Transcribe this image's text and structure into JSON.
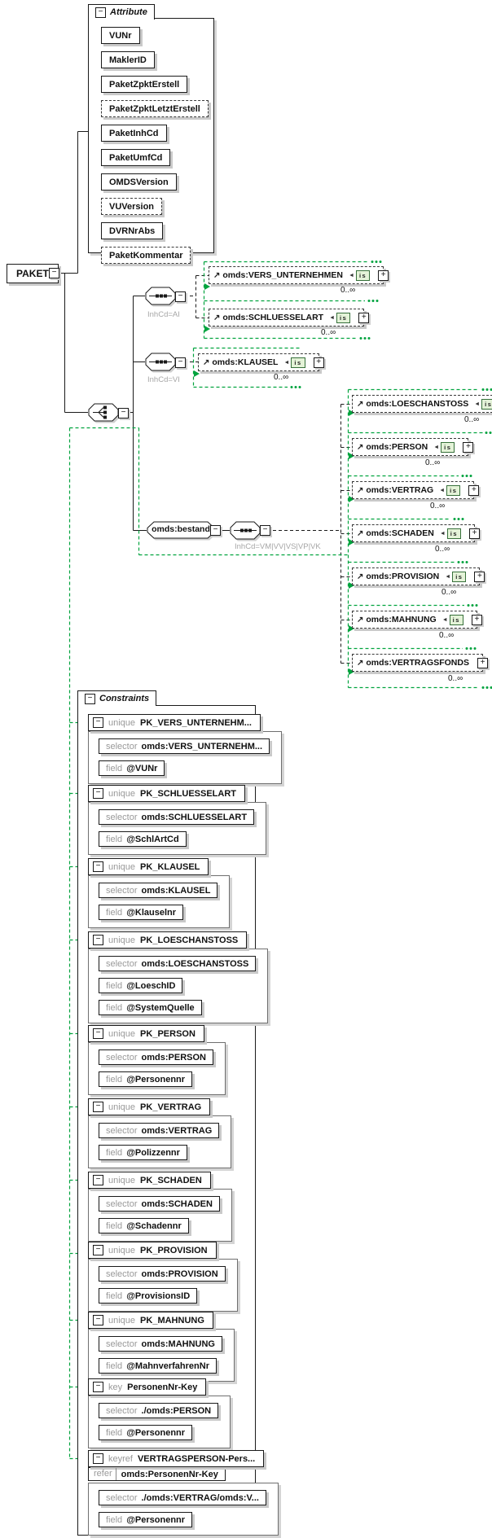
{
  "root": {
    "label": "PAKET"
  },
  "icons": {
    "minus": "−",
    "plus": "+",
    "ne_arrow": "↗",
    "ref_arrow": "◄",
    "is_badge": "is"
  },
  "attributes": {
    "title": "Attribute",
    "items": [
      {
        "label": "VUNr",
        "optional": false
      },
      {
        "label": "MaklerID",
        "optional": false
      },
      {
        "label": "PaketZpktErstell",
        "optional": false
      },
      {
        "label": "PaketZpktLetztErstell",
        "optional": true
      },
      {
        "label": "PaketInhCd",
        "optional": false
      },
      {
        "label": "PaketUmfCd",
        "optional": false
      },
      {
        "label": "OMDSVersion",
        "optional": false
      },
      {
        "label": "VUVersion",
        "optional": true
      },
      {
        "label": "DVRNrAbs",
        "optional": false
      },
      {
        "label": "PaketKommentar",
        "optional": true
      }
    ]
  },
  "connectors": {
    "seq_ai_label": "InhCd=AI",
    "seq_vi_label": "InhCd=VI",
    "bestand_label": "omds:bestand",
    "bestand_seq_label": "InhCd=VM|VV|VS|VP|VK"
  },
  "elements": {
    "ai": [
      {
        "name": "omds:VERS_UNTERNEHMEN",
        "occurs": "0..∞"
      },
      {
        "name": "omds:SCHLUESSELART",
        "occurs": "0..∞"
      }
    ],
    "vi": [
      {
        "name": "omds:KLAUSEL",
        "occurs": "0..∞"
      }
    ],
    "bestand": [
      {
        "name": "omds:LOESCHANSTOSS",
        "occurs": "0..∞"
      },
      {
        "name": "omds:PERSON",
        "occurs": "0..∞"
      },
      {
        "name": "omds:VERTRAG",
        "occurs": "0..∞"
      },
      {
        "name": "omds:SCHADEN",
        "occurs": "0..∞"
      },
      {
        "name": "omds:PROVISION",
        "occurs": "0..∞"
      },
      {
        "name": "omds:MAHNUNG",
        "occurs": "0..∞"
      },
      {
        "name": "omds:VERTRAGSFONDS",
        "occurs": "0..∞"
      }
    ]
  },
  "labels": {
    "selector": "selector",
    "field": "field",
    "refer": "refer"
  },
  "constraints": {
    "title": "Constraints",
    "items": [
      {
        "kind": "unique",
        "name": "PK_VERS_UNTERNEHM...",
        "selector": "omds:VERS_UNTERNEHM...",
        "fields": [
          "@VUNr"
        ]
      },
      {
        "kind": "unique",
        "name": "PK_SCHLUESSELART",
        "selector": "omds:SCHLUESSELART",
        "fields": [
          "@SchlArtCd"
        ]
      },
      {
        "kind": "unique",
        "name": "PK_KLAUSEL",
        "selector": "omds:KLAUSEL",
        "fields": [
          "@Klauselnr"
        ]
      },
      {
        "kind": "unique",
        "name": "PK_LOESCHANSTOSS",
        "selector": "omds:LOESCHANSTOSS",
        "fields": [
          "@LoeschID",
          "@SystemQuelle"
        ]
      },
      {
        "kind": "unique",
        "name": "PK_PERSON",
        "selector": "omds:PERSON",
        "fields": [
          "@Personennr"
        ]
      },
      {
        "kind": "unique",
        "name": "PK_VERTRAG",
        "selector": "omds:VERTRAG",
        "fields": [
          "@Polizzennr"
        ]
      },
      {
        "kind": "unique",
        "name": "PK_SCHADEN",
        "selector": "omds:SCHADEN",
        "fields": [
          "@Schadennr"
        ]
      },
      {
        "kind": "unique",
        "name": "PK_PROVISION",
        "selector": "omds:PROVISION",
        "fields": [
          "@ProvisionsID"
        ]
      },
      {
        "kind": "unique",
        "name": "PK_MAHNUNG",
        "selector": "omds:MAHNUNG",
        "fields": [
          "@MahnverfahrenNr"
        ]
      },
      {
        "kind": "key",
        "name": "PersonenNr-Key",
        "selector": "./omds:PERSON",
        "fields": [
          "@Personennr"
        ]
      },
      {
        "kind": "keyref",
        "name": "VERTRAGSPERSON-Pers...",
        "refer": "omds:PersonenNr-Key",
        "selector": "./omds:VERTRAG/omds:V...",
        "fields": [
          "@Personennr"
        ]
      }
    ]
  }
}
